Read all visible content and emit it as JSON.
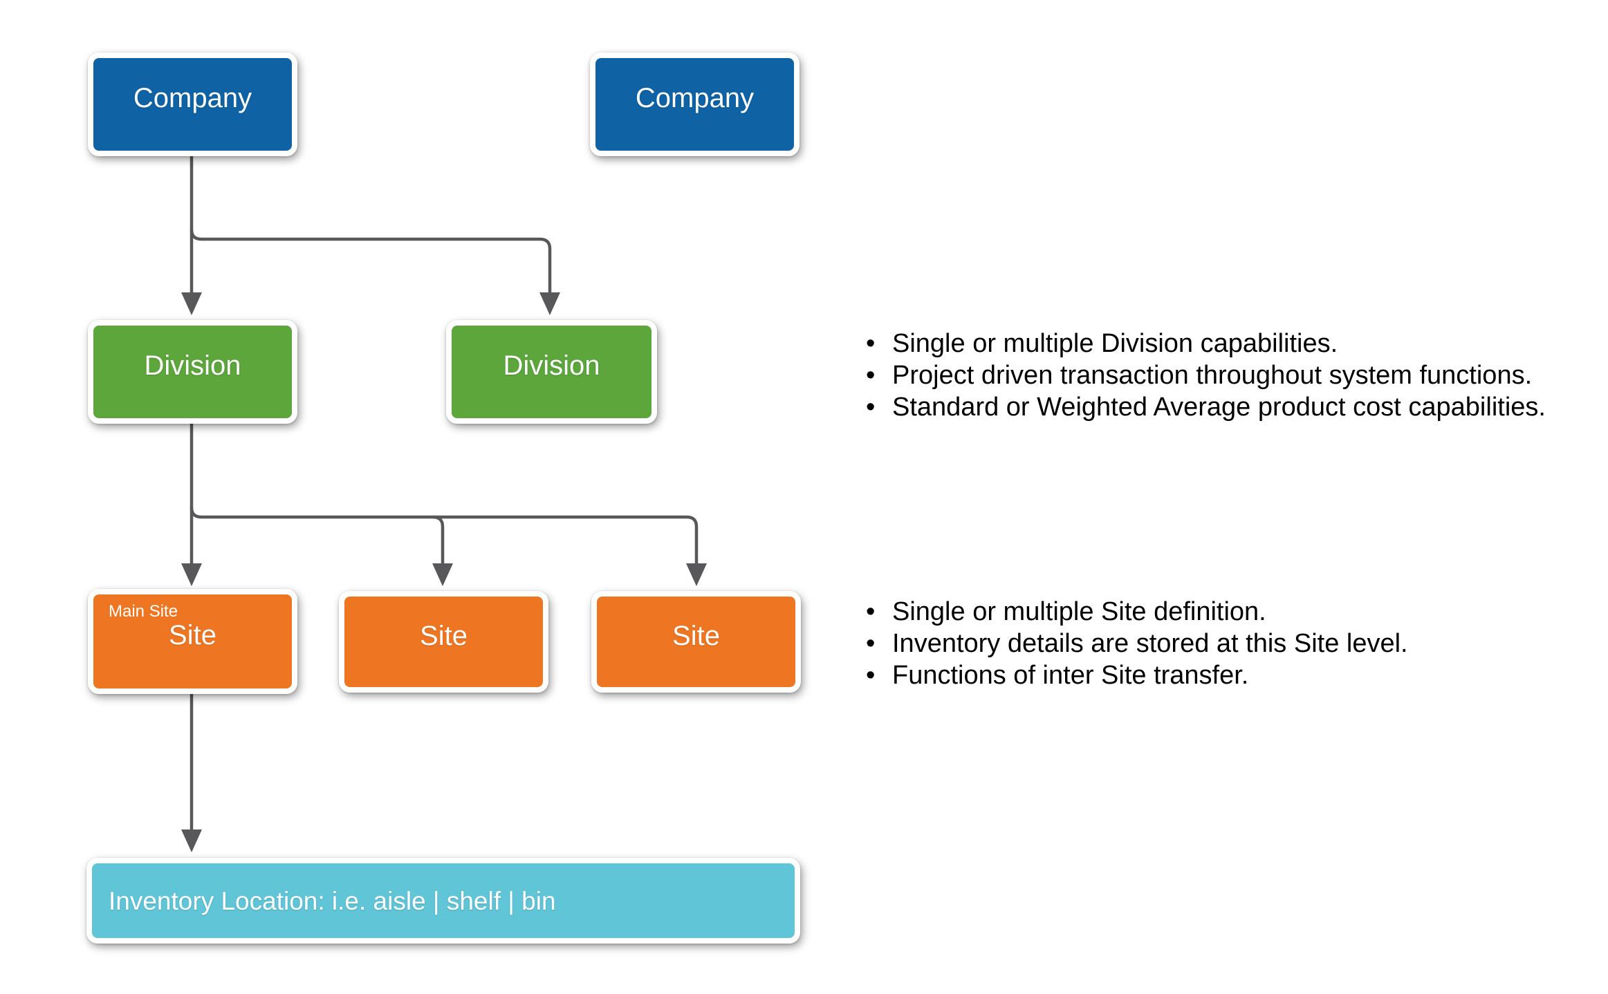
{
  "diagram": {
    "title": "Company / Division / Site hierarchy diagram",
    "nodes": {
      "company1": {
        "label": "Company"
      },
      "company2": {
        "label": "Company"
      },
      "division1": {
        "label": "Division"
      },
      "division2": {
        "label": "Division"
      },
      "site1": {
        "label": "Site",
        "sublabel": "Main Site"
      },
      "site2": {
        "label": "Site"
      },
      "site3": {
        "label": "Site"
      },
      "inventory": {
        "label": "Inventory Location: i.e. aisle | shelf | bin"
      }
    },
    "notes": {
      "division_notes": {
        "items": [
          "Single or multiple Division capabilities.",
          "Project driven transaction throughout system functions.",
          "Standard or Weighted Average product cost capabilities."
        ]
      },
      "site_notes": {
        "items": [
          "Single or multiple Site definition.",
          "Inventory details are stored at this Site level.",
          "Functions of inter Site transfer."
        ]
      }
    },
    "colors": {
      "company": "#0f63a5",
      "division": "#5ca63c",
      "site": "#ee7623",
      "inventory": "#60c5d7",
      "connector": "#58585a"
    }
  }
}
